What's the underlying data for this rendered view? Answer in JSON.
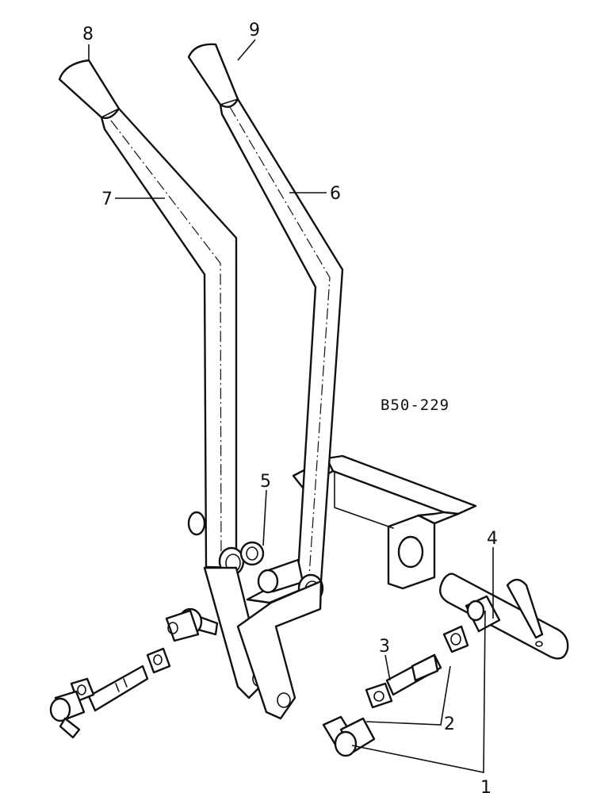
{
  "reference_code": "B50-229",
  "callouts": {
    "c1": "1",
    "c2": "2",
    "c3": "3",
    "c4": "4",
    "c5": "5",
    "c6": "6",
    "c7": "7",
    "c8": "8",
    "c9": "9"
  },
  "colors": {
    "line": "#111111",
    "background": "#ffffff"
  }
}
